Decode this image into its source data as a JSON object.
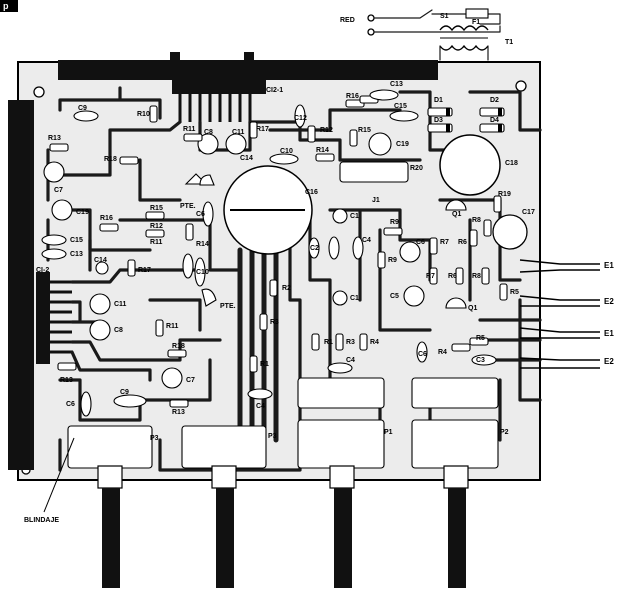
{
  "page_number": "p",
  "labels": {
    "red": "RED",
    "s1": "S1",
    "f1": "F1",
    "t1": "T1",
    "ci2_1": "CI2-1",
    "ci2": "CI-2",
    "r10": "R10",
    "r11": "R11",
    "r13a": "R13",
    "r13b": "R13",
    "r13c": "R13",
    "r14": "R14",
    "r15a": "R15",
    "r15b": "R15",
    "r16a": "R16",
    "r16b": "R16",
    "r17": "R17",
    "r18a": "R18",
    "r18b": "R18",
    "r12a": "R12",
    "r12b": "R12",
    "r20": "R20",
    "r2": "R2",
    "r3a": "R3",
    "r3b": "R3",
    "r1a": "R1",
    "r1b": "R1",
    "r4a": "R4",
    "r4b": "R4",
    "r5a": "R5",
    "r5b": "R5",
    "r6a": "R6",
    "r6b": "R6",
    "r7a": "R7",
    "r7b": "R7",
    "r8a": "R8",
    "r8b": "R8",
    "r9": "R9",
    "r19": "R19",
    "c1a": "C1",
    "c1b": "C1",
    "c2": "C2",
    "c3": "C3",
    "c4": "C4",
    "c5": "C5",
    "c6a": "C6",
    "c6b": "C6",
    "c7a": "C7",
    "c7b": "C7",
    "c8a": "C8",
    "c8b": "C8",
    "c9a": "C9",
    "c9b": "C9",
    "c10a": "C10",
    "c10b": "C10",
    "c11a": "C11",
    "c11b": "C11",
    "c12": "C12",
    "c13a": "C13",
    "c13b": "C13",
    "c14a": "C14",
    "c14b": "C14",
    "c15a": "C15",
    "c15b": "C15",
    "c16": "C16",
    "c17": "C17",
    "c18": "C18",
    "c19a": "C19",
    "c19b": "C19",
    "d1": "D1",
    "d2": "D2",
    "d3": "D3",
    "d4": "D4",
    "q1a": "Q1",
    "q1b": "Q1",
    "j1": "J1",
    "pte1": "PTE.",
    "pte2": "PTE.",
    "p1": "P1",
    "p2": "P2",
    "p3a": "P3",
    "p3b": "P3",
    "e1a": "E1",
    "e2a": "E2",
    "e1b": "E1",
    "e2b": "E2",
    "blindaje": "BLINDAJE"
  },
  "colors": {
    "ink": "#111111",
    "board": "#e8e8e8",
    "paper": "#ffffff"
  }
}
